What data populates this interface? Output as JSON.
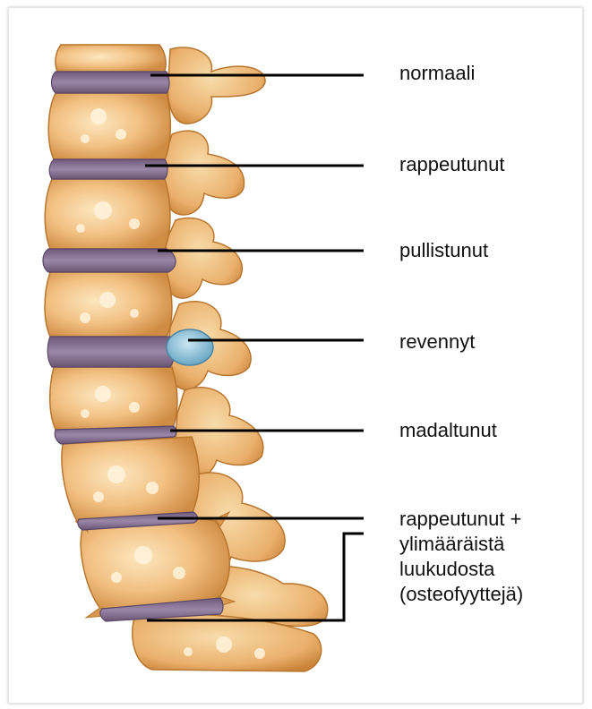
{
  "labels": {
    "normal": "normaali",
    "degenerated": "rappeutunut",
    "bulging": "pullistunut",
    "herniated": "revennyt",
    "thinned": "madaltunut",
    "osteophytes": {
      "line1": "rappeutunut +",
      "line2": "ylimääräistä",
      "line3": "luukudosta",
      "line4": "(osteofyyttejä)"
    }
  },
  "colors": {
    "bone": "#f0bf7c",
    "bone_dark": "#d9984f",
    "disc": "#8a7394",
    "herniation": "#8ec3db",
    "leader_line": "#000000"
  }
}
